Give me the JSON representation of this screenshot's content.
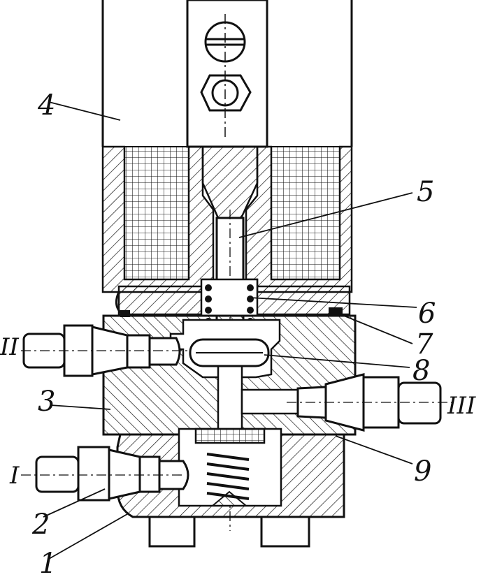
{
  "diagram": {
    "labels": {
      "l1": "1",
      "l2": "2",
      "l3": "3",
      "l4": "4",
      "l5": "5",
      "l6": "6",
      "l7": "7",
      "l8": "8",
      "l9": "9",
      "port_I": "I",
      "port_II": "II",
      "port_III": "III"
    },
    "colors": {
      "ink": "#111111",
      "paper": "#ffffff"
    }
  }
}
